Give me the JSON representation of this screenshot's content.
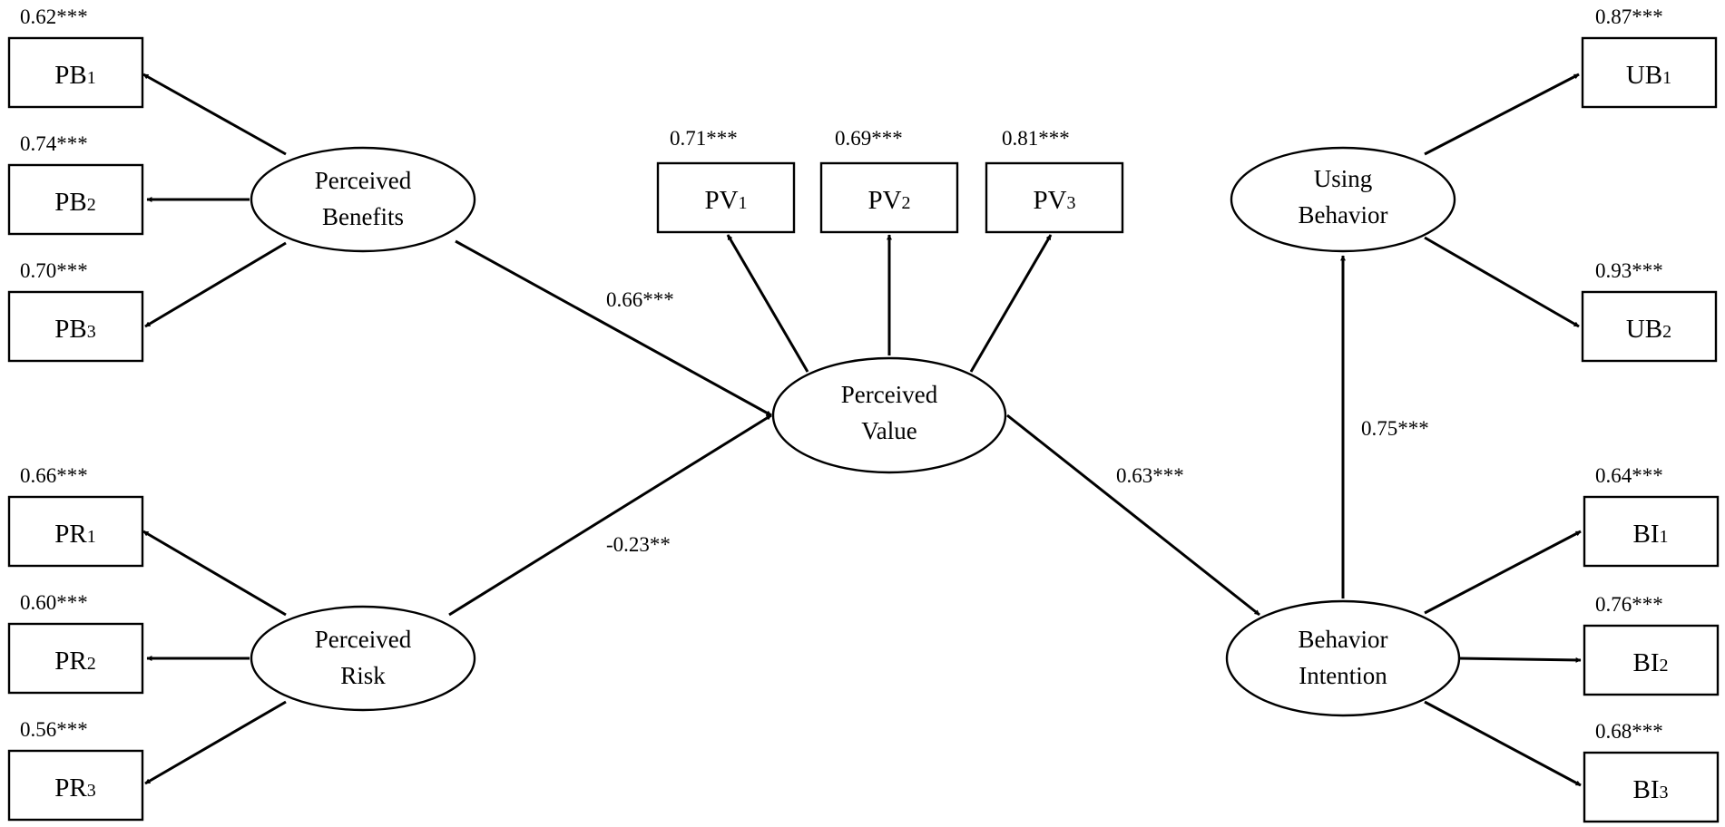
{
  "constructs": {
    "pb": [
      "Perceived",
      "Benefits"
    ],
    "pr": [
      "Perceived",
      "Risk"
    ],
    "pv": [
      "Perceived",
      "Value"
    ],
    "bi": [
      "Behavior",
      "Intention"
    ],
    "ub": [
      "Using",
      "Behavior"
    ]
  },
  "indicators": {
    "pb1": {
      "base": "PB",
      "sub": "1",
      "loading": "0.62***"
    },
    "pb2": {
      "base": "PB",
      "sub": "2",
      "loading": "0.74***"
    },
    "pb3": {
      "base": "PB",
      "sub": "3",
      "loading": "0.70***"
    },
    "pr1": {
      "base": "PR",
      "sub": "1",
      "loading": "0.66***"
    },
    "pr2": {
      "base": "PR",
      "sub": "2",
      "loading": "0.60***"
    },
    "pr3": {
      "base": "PR",
      "sub": "3",
      "loading": "0.56***"
    },
    "pv1": {
      "base": "PV",
      "sub": "1",
      "loading": "0.71***"
    },
    "pv2": {
      "base": "PV",
      "sub": "2",
      "loading": "0.69***"
    },
    "pv3": {
      "base": "PV",
      "sub": "3",
      "loading": "0.81***"
    },
    "ub1": {
      "base": "UB",
      "sub": "1",
      "loading": "0.87***"
    },
    "ub2": {
      "base": "UB",
      "sub": "2",
      "loading": "0.93***"
    },
    "bi1": {
      "base": "BI",
      "sub": "1",
      "loading": "0.64***"
    },
    "bi2": {
      "base": "BI",
      "sub": "2",
      "loading": "0.76***"
    },
    "bi3": {
      "base": "BI",
      "sub": "3",
      "loading": "0.68***"
    }
  },
  "paths": {
    "pb_pv": "0.66***",
    "pr_pv": "-0.23**",
    "pv_bi": "0.63***",
    "bi_ub": "0.75***"
  }
}
